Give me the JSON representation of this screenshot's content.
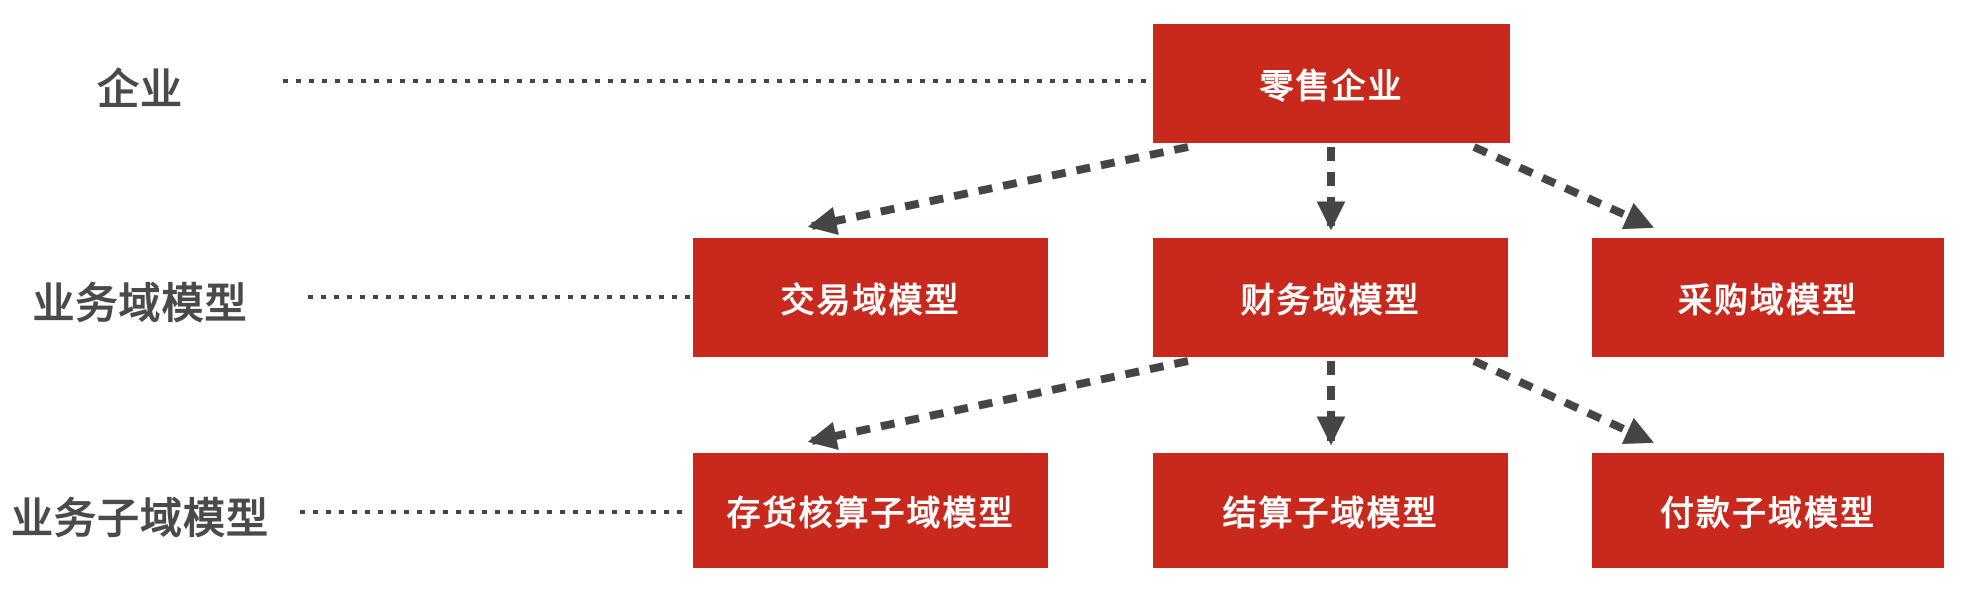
{
  "diagram": {
    "levels": [
      {
        "label": "企业",
        "nodes": [
          "零售企业"
        ]
      },
      {
        "label": "业务域模型",
        "nodes": [
          "交易域模型",
          "财务域模型",
          "采购域模型"
        ]
      },
      {
        "label": "业务子域模型",
        "nodes": [
          "存货核算子域模型",
          "结算子域模型",
          "付款子域模型"
        ]
      }
    ],
    "edges": [
      {
        "from": "零售企业",
        "to": "交易域模型"
      },
      {
        "from": "零售企业",
        "to": "财务域模型"
      },
      {
        "from": "零售企业",
        "to": "采购域模型"
      },
      {
        "from": "财务域模型",
        "to": "存货核算子域模型"
      },
      {
        "from": "财务域模型",
        "to": "结算子域模型"
      },
      {
        "from": "财务域模型",
        "to": "付款子域模型"
      }
    ],
    "colors": {
      "node_background": "#C9291C",
      "node_text": "#FFFFFF",
      "label_text": "#4A4A4A",
      "connector": "#454545",
      "page_background": "#FFFFFF"
    }
  }
}
